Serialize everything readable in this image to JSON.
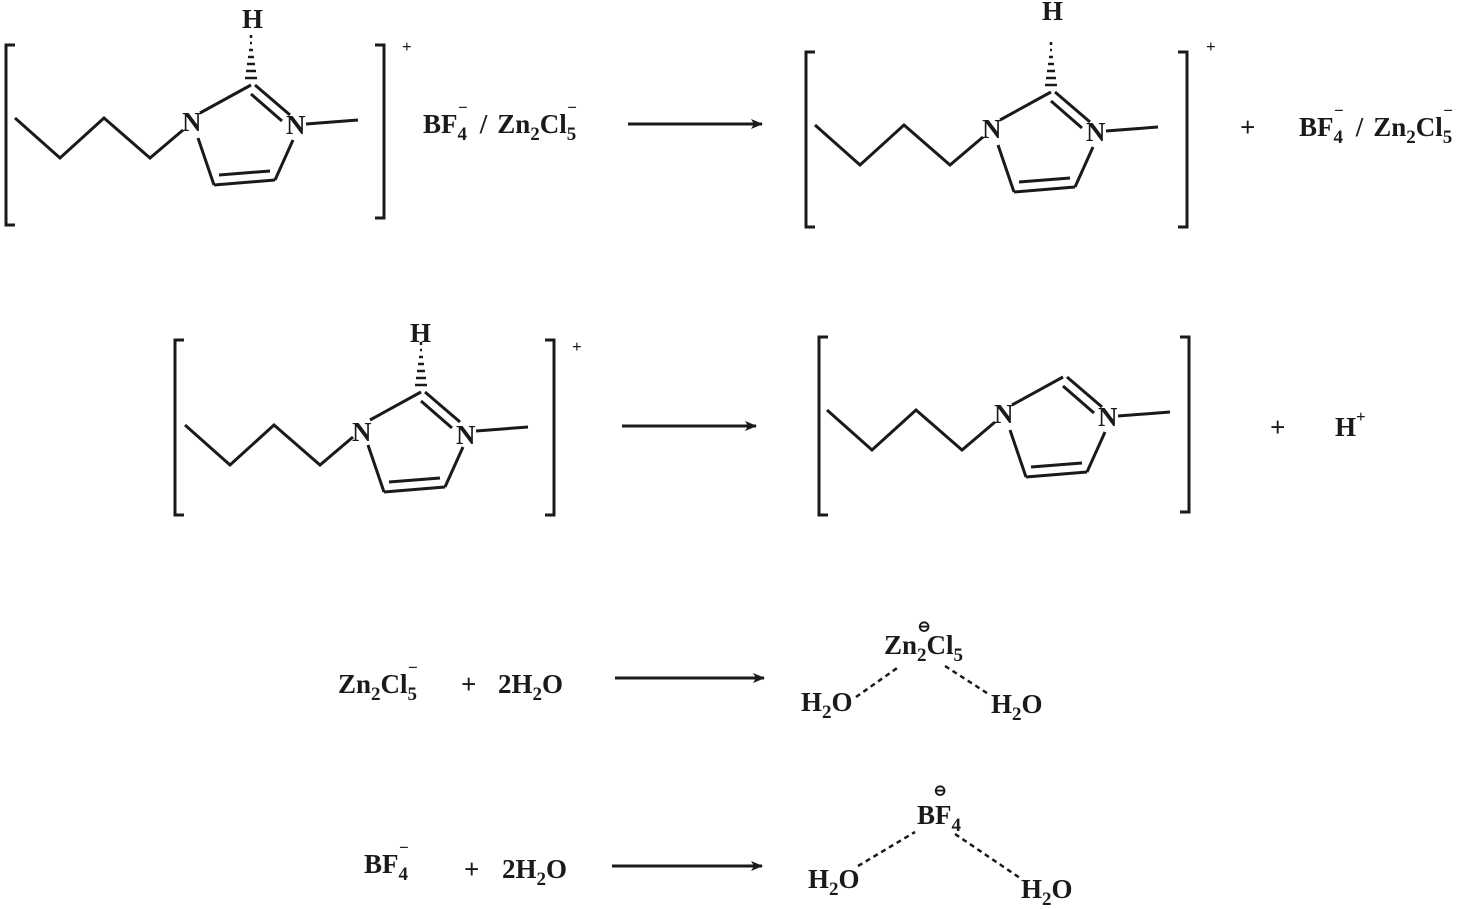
{
  "atoms": {
    "n": "N",
    "h": "H"
  },
  "charges": {
    "plus": "+",
    "minus": "−",
    "minus_circle": "⊖"
  },
  "reaction1": {
    "anion_mix_a": "BF",
    "anion_mix_a_sub": "4",
    "slash": "/",
    "anion_mix_b": "Zn",
    "anion_mix_b_sub1": "2",
    "anion_mix_b_cl": "Cl",
    "anion_mix_b_sub2": "5",
    "plus_sign": "+"
  },
  "reaction2": {
    "plus_sign": "+",
    "proton": "H",
    "proton_charge": "+"
  },
  "reaction3": {
    "reactant_zn": "Zn",
    "reactant_sub1": "2",
    "reactant_cl": "Cl",
    "reactant_sub2": "5",
    "plus_sign": "+",
    "water_coef": "2H",
    "water_sub": "2",
    "water_o": "O",
    "product_zn": "Zn",
    "product_sub1": "2",
    "product_cl": "Cl",
    "product_sub2": "5",
    "h2o_h": "H",
    "h2o_sub": "2",
    "h2o_o": "O"
  },
  "reaction4": {
    "reactant": "BF",
    "reactant_sub": "4",
    "plus_sign": "+",
    "water_coef": "2H",
    "water_sub": "2",
    "water_o": "O",
    "product": "BF",
    "product_sub": "4",
    "h2o_h": "H",
    "h2o_sub": "2",
    "h2o_o": "O"
  }
}
